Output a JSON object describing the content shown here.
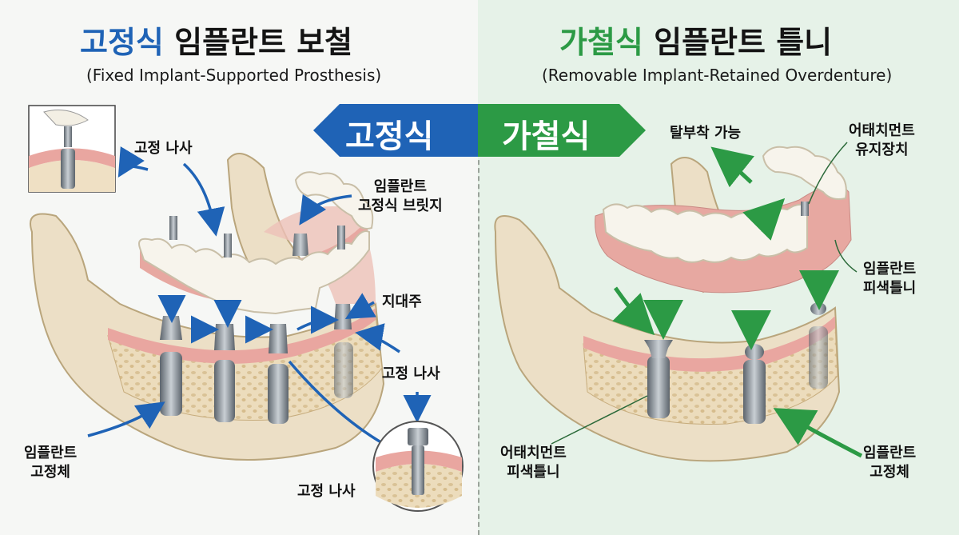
{
  "left": {
    "title_accent": "고정식",
    "title_rest": " 임플란트 보철",
    "subtitle": "(Fixed Implant-Supported Prosthesis)",
    "banner": "고정식",
    "labels": {
      "screw_top": "고정 나사",
      "fixed_bridge": [
        "임플란트",
        "고정식 브릿지"
      ],
      "abutment": "지대주",
      "screw_mid": "고정 나사",
      "fixture": [
        "임플란트",
        "고정체"
      ],
      "screw_bottom": "고정 나사"
    }
  },
  "right": {
    "title_accent": "가철식",
    "title_rest": " 임플란트 틀니",
    "subtitle": "(Removable Implant-Retained Overdenture)",
    "banner": "가철식",
    "labels": {
      "removable": "탈부착 가능",
      "attachment_retainer": [
        "어태치먼트",
        "유지장치"
      ],
      "overdenture": [
        "임플란트",
        "피색틀니"
      ],
      "attachment_denture": [
        "어태치먼트",
        "피색틀니"
      ],
      "fixture": [
        "임플란트",
        "고정체"
      ]
    }
  },
  "colors": {
    "fixed_blue": "#1f63b6",
    "removable_green": "#2c9a45",
    "bone": "#e9dcc0",
    "gum": "#e9a6a0",
    "tooth": "#f7f4ec",
    "metal": "#8f969e"
  }
}
